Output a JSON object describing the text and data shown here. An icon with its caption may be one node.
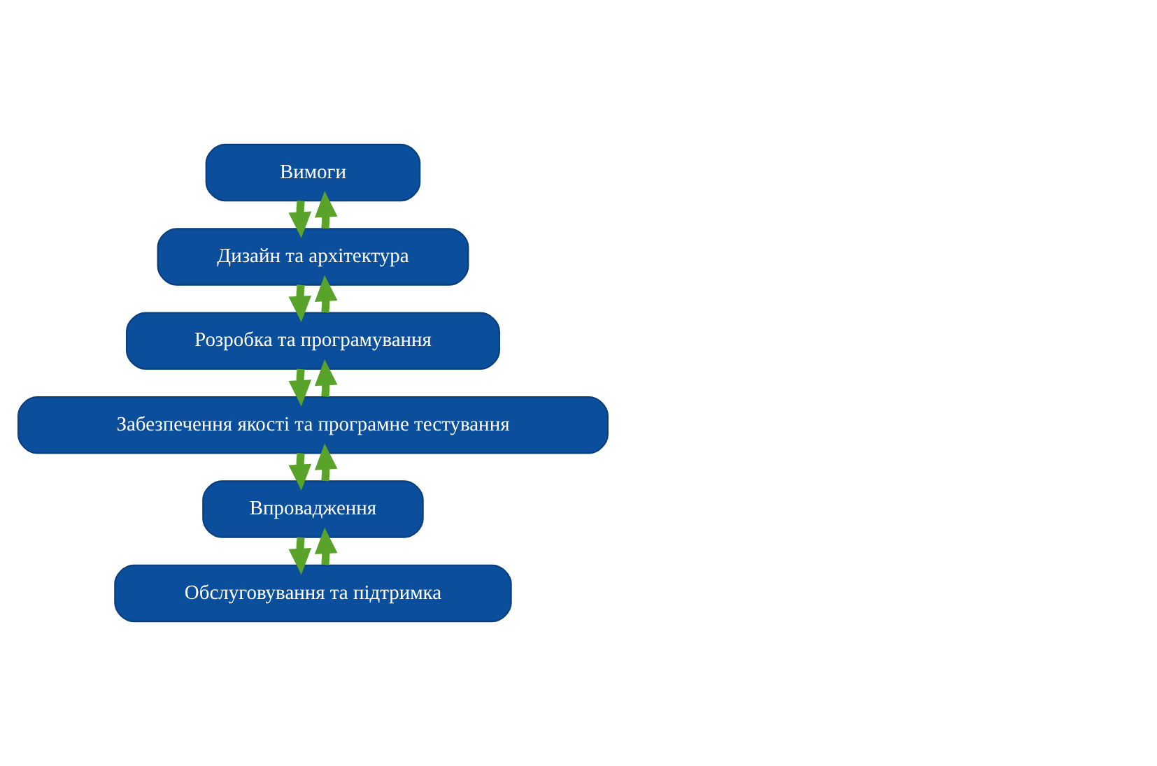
{
  "diagram": {
    "nodes": [
      {
        "text": [
          "Вимоги"
        ]
      },
      {
        "text": [
          "Дизайн та архітектура"
        ]
      },
      {
        "text": [
          "Розробка та програмування"
        ]
      },
      {
        "text": [
          "Забезпечення якості та програмне тестування"
        ]
      },
      {
        "text": [
          "Впровадження"
        ]
      },
      {
        "text": [
          "Обслуговування та підтримка"
        ]
      }
    ],
    "edges": [
      {
        "from": 0,
        "to": 1,
        "arrow": "to"
      },
      {
        "from": 1,
        "to": 0,
        "arrow": "to"
      },
      {
        "from": 1,
        "to": 2,
        "arrow": "to"
      },
      {
        "from": 2,
        "to": 1,
        "arrow": "to"
      },
      {
        "from": 2,
        "to": 3,
        "arrow": "to"
      },
      {
        "from": 3,
        "to": 2,
        "arrow": "to"
      },
      {
        "from": 3,
        "to": 4,
        "arrow": "to"
      },
      {
        "from": 4,
        "to": 3,
        "arrow": "to"
      },
      {
        "from": 4,
        "to": 5,
        "arrow": "to"
      },
      {
        "from": 5,
        "to": 4,
        "arrow": "to"
      }
    ]
  }
}
